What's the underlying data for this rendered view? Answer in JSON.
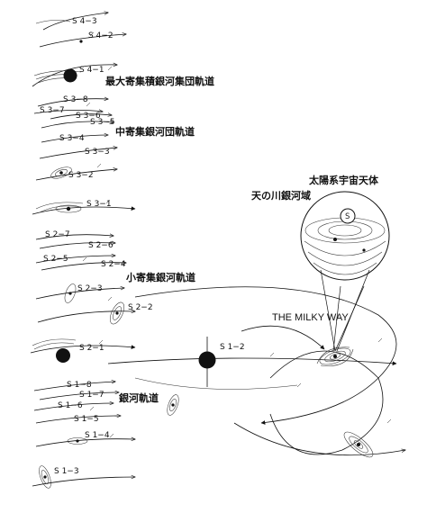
{
  "labels": {
    "s4_3": "S 4−3",
    "s4_2": "S 4−2",
    "s4_1": "S 4−1",
    "s3_8": "S 3−8",
    "s3_7": "S 3−7",
    "s3_6": "S 3−6",
    "s3_5": "S 3−5",
    "s3_4": "S 3−4",
    "s3_3": "S 3−3",
    "s3_2": "S 3−2",
    "s3_1": "S 3−1",
    "s2_7": "S 2−7",
    "s2_6": "S 2−6",
    "s2_5": "S 2−5",
    "s2_4": "S 2−4",
    "s2_3": "S 2−3",
    "s2_2": "S 2−2",
    "s2_1": "S 2−1",
    "s1_8": "S 1−8",
    "s1_7": "S 1−7",
    "s1_6": "S 1−6",
    "s1_5": "S 1−5",
    "s1_4": "S 1−4",
    "s1_3": "S 1−3",
    "s1_2": "S 1−2",
    "sun_s": "S"
  },
  "annotations": {
    "largest_supercluster_orbit": "最大寄集積銀河集団軌道",
    "medium_cluster_orbit": "中寄集銀河団軌道",
    "small_cluster_orbit": "小寄集銀河軌道",
    "galaxy_orbit": "銀河軌道",
    "solar_system_body": "太陽系宇宙天体",
    "milky_way_region": "天の川銀河域",
    "milky_way": "THE MILKY WAY"
  }
}
